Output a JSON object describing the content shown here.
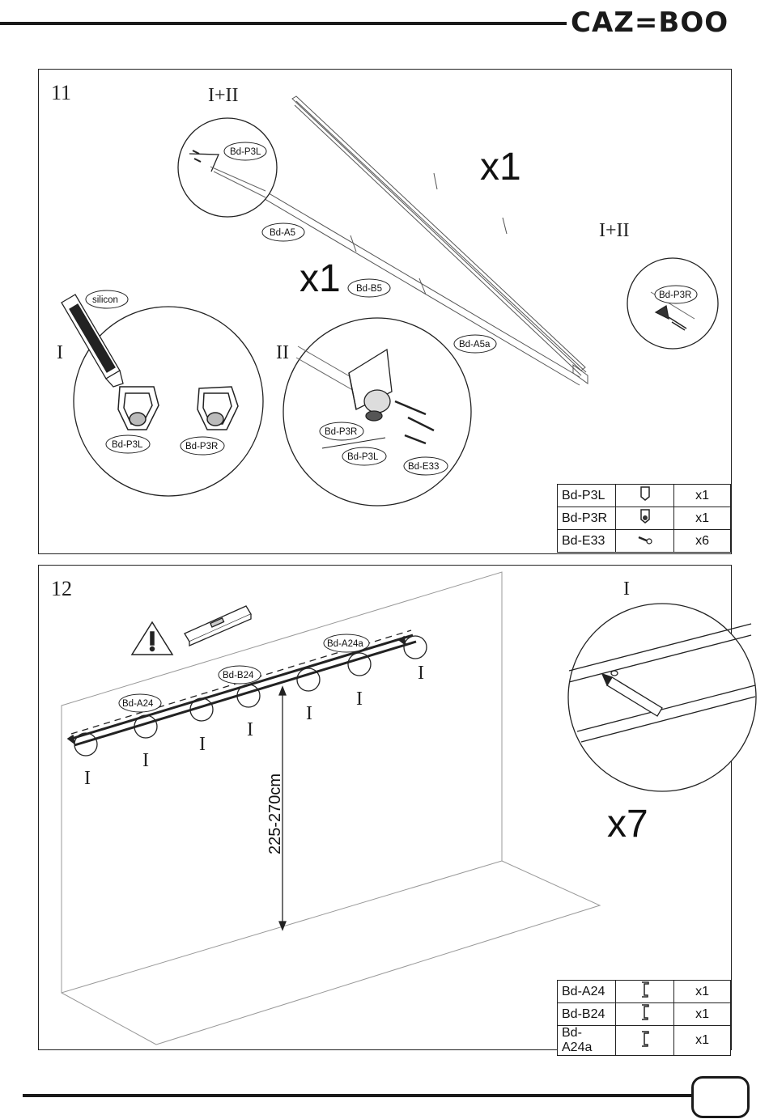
{
  "brand": "CAZ=BOO",
  "step11": {
    "number": "11",
    "roman_i_ii_top": "I+II",
    "roman_i_ii_right": "I+II",
    "roman_i": "I",
    "roman_ii": "II",
    "count_top": "x1",
    "count_mid": "x1",
    "labels": {
      "p3l_detail": "Bd-P3L",
      "a5": "Bd-A5",
      "b5": "Bd-B5",
      "a5a": "Bd-A5a",
      "p3r_detail": "Bd-P3R",
      "silicon": "silicon",
      "p3l_i": "Bd-P3L",
      "p3r_i": "Bd-P3R",
      "p3r_ii": "Bd-P3R",
      "p3l_ii": "Bd-P3L",
      "e33_ii": "Bd-E33"
    },
    "parts": [
      {
        "code": "Bd-P3L",
        "icon": "bracket-left-icon",
        "qty": "x1"
      },
      {
        "code": "Bd-P3R",
        "icon": "bracket-right-icon",
        "qty": "x1"
      },
      {
        "code": "Bd-E33",
        "icon": "screw-icon",
        "qty": "x6"
      }
    ]
  },
  "step12": {
    "number": "12",
    "roman_detail": "I",
    "detail_count": "x7",
    "height": "225-270cm",
    "mark": "I",
    "labels": {
      "a24": "Bd-A24",
      "b24": "Bd-B24",
      "a24a": "Bd-A24a"
    },
    "parts": [
      {
        "code": "Bd-A24",
        "icon": "rail-profile-icon",
        "qty": "x1"
      },
      {
        "code": "Bd-B24",
        "icon": "rail-profile-icon",
        "qty": "x1"
      },
      {
        "code": "Bd-A24a",
        "icon": "rail-profile-icon",
        "qty": "x1"
      }
    ]
  },
  "page_number": ""
}
